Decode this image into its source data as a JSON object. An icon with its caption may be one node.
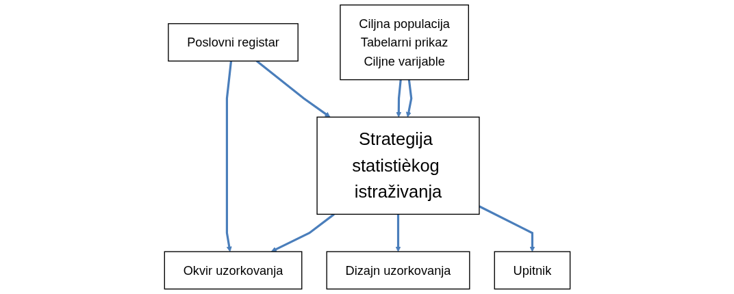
{
  "diagram": {
    "nodes": [
      {
        "text": [
          "Strategija statistièkog istraživanja"
        ]
      },
      {
        "text": [
          "Poslovni registar"
        ]
      },
      {
        "text": [
          "Ciljna populacija",
          "Tabelarni prikaz",
          "Ciljne varijable"
        ]
      },
      {
        "text": [
          "Okvir uzorkovanja"
        ]
      },
      {
        "text": [
          "Upitnik"
        ]
      },
      {
        "text": [
          "Dizajn uzorkovanja"
        ]
      }
    ],
    "edges": [
      {
        "from": 2,
        "to": 0,
        "arrow": "to"
      },
      {
        "from": 2,
        "to": 0,
        "arrow": "to"
      },
      {
        "from": 0,
        "to": 3,
        "arrow": "to"
      },
      {
        "from": 0,
        "to": 5,
        "arrow": "to"
      },
      {
        "from": 1,
        "to": 0,
        "arrow": "to"
      },
      {
        "from": 1,
        "to": 3,
        "arrow": "to"
      },
      {
        "from": 0,
        "to": 4,
        "arrow": "to"
      }
    ]
  }
}
